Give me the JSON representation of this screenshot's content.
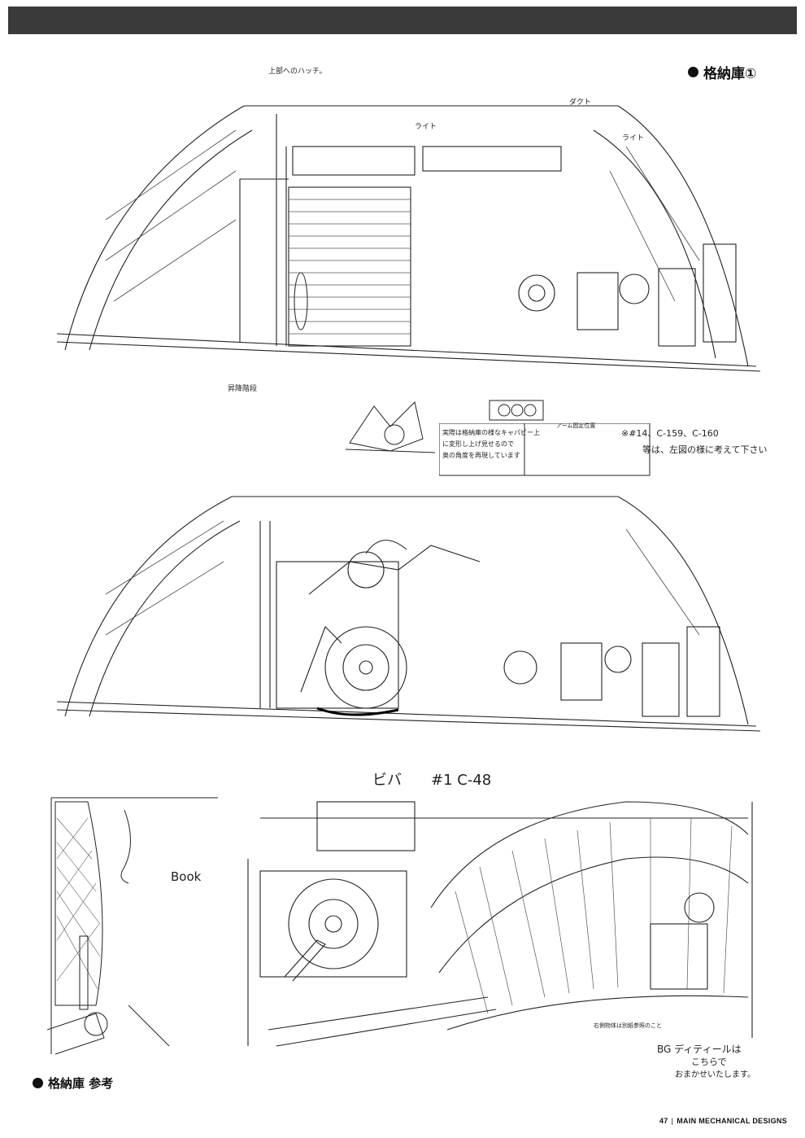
{
  "headings": {
    "hangar_1": "格納庫①",
    "hangar_reference": "格納庫 参考"
  },
  "annotations": {
    "hatch_note": "上部へのハッチ。",
    "duct_note": "ダクト",
    "light_note_1": "ライト",
    "light_note_2": "ライト",
    "stairs_note": "昇降階段",
    "ref_note_line1": "実際は格納庫の様なキャパビー上",
    "ref_note_line2": "に変形し上げ見せるので",
    "ref_note_line3": "奥の角度を再現しています",
    "arm_note": "アーム固定位置",
    "cut_note": "※#14、C-159、C-160",
    "cut_note_2": "等は、左図の様に考えて下さい",
    "top_note": "ビバ　　#1 C-48",
    "book_note": "Book",
    "bg_note_line1": "BG ディティールは",
    "bg_note_line2": "こちらで",
    "bg_note_line3": "おまかせいたします。",
    "small_note": "右側物体は別紙参照のこと"
  },
  "footer": {
    "page_number": "47",
    "section": "MAIN MECHANICAL DESIGNS"
  }
}
